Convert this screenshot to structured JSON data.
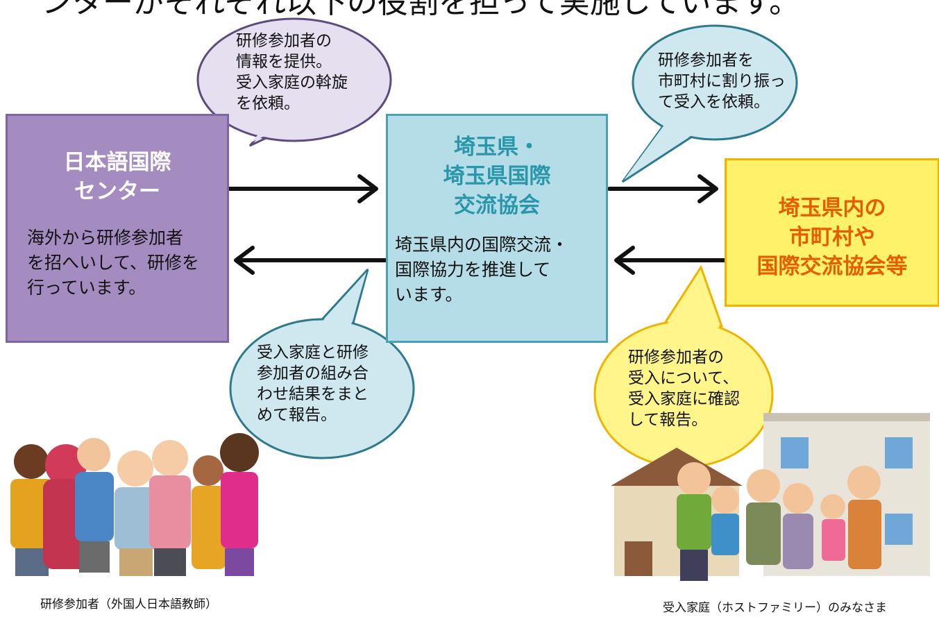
{
  "header": {
    "title_fragment": "ンターがそれぞれ以下の役割を担って実施しています。"
  },
  "boxes": {
    "left": {
      "title_line1": "日本語国際",
      "title_line2": "センター",
      "desc": "海外から研修参加者\nを招へいして、研修を\n行っています。"
    },
    "mid": {
      "title_line1": "埼玉県・",
      "title_line2": "埼玉県国際",
      "title_line3": "交流協会",
      "desc": "埼玉県内の国際交流・\n国際協力を推進して\nいます。"
    },
    "right": {
      "title_line1": "埼玉県内の",
      "title_line2": "市町村や",
      "title_line3": "国際交流協会等"
    }
  },
  "bubbles": {
    "b1": "研修参加者の\n情報を提供。\n受入家庭の斡旋\nを依頼。",
    "b2": "研修参加者を\n市町村に割り振っ\nて受入を依頼。",
    "b3": "受入家庭と研修\n参加者の組み合\nわせ結果をまと\nめて報告。",
    "b4": "研修参加者の\n受入について、\n受入家庭に確認\nして報告。"
  },
  "captions": {
    "participants": "研修参加者（外国人日本語教師）",
    "host_families": "受入家庭（ホストファミリー）のみなさま"
  },
  "colors": {
    "left_fill": "#a48cc0",
    "mid_fill": "#b5dde8",
    "right_fill": "#fff26a",
    "bubble1": "#e6dff0",
    "bubble2": "#cfe8f0",
    "bubble4": "#fff58a"
  },
  "icons": [
    "participants-illustration",
    "host-family-house-illustration"
  ]
}
